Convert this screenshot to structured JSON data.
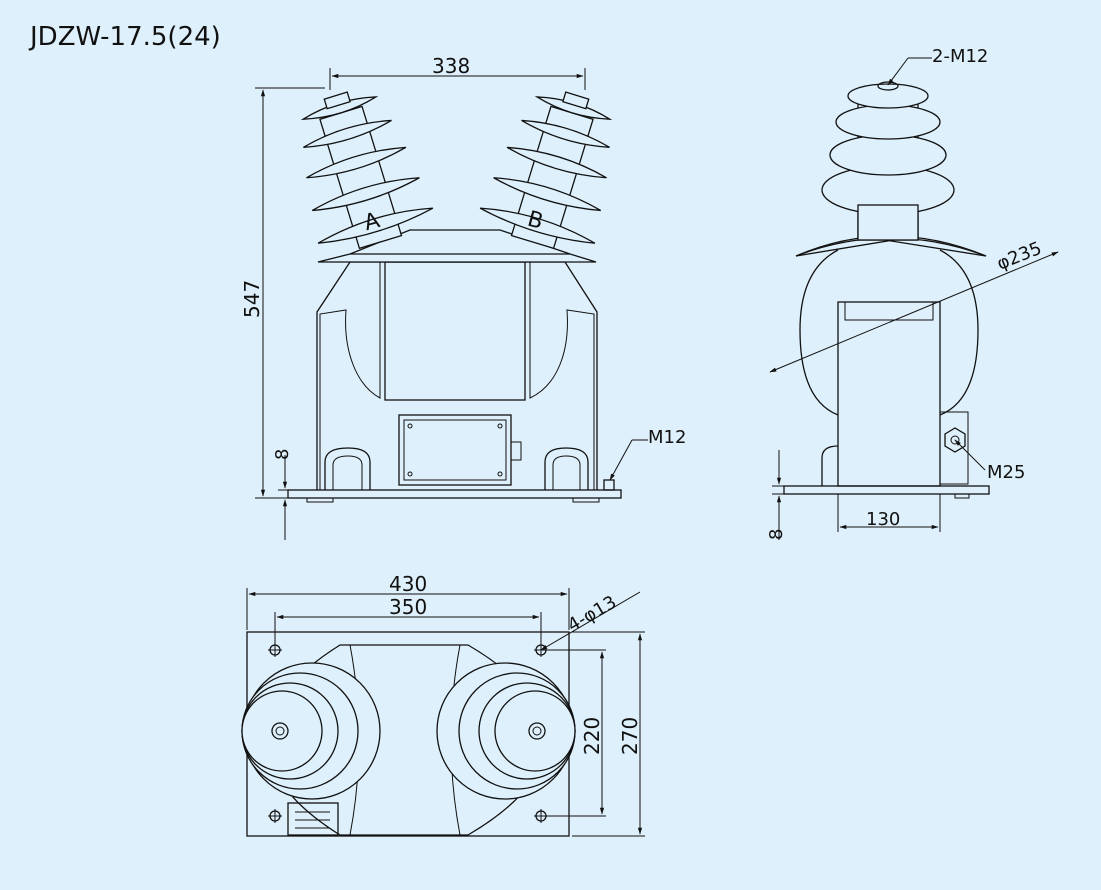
{
  "title": "JDZW-17.5(24)",
  "colors": {
    "background": "#def0fb",
    "line": "#111111"
  },
  "front_view": {
    "phase_a": "A",
    "phase_b": "B",
    "dim_top_width": "338",
    "dim_height": "547",
    "dim_base_thickness": "8",
    "ground_bolt": "M12"
  },
  "side_view": {
    "terminal": "2-M12",
    "diameter": "φ235",
    "ground_bolt": "M25",
    "dim_base_depth": "130",
    "dim_base_thickness": "8"
  },
  "top_view": {
    "dim_overall_width": "430",
    "dim_hole_spacing_x": "350",
    "mounting_holes": "4-φ13",
    "dim_hole_spacing_y": "220",
    "dim_overall_depth": "270"
  }
}
